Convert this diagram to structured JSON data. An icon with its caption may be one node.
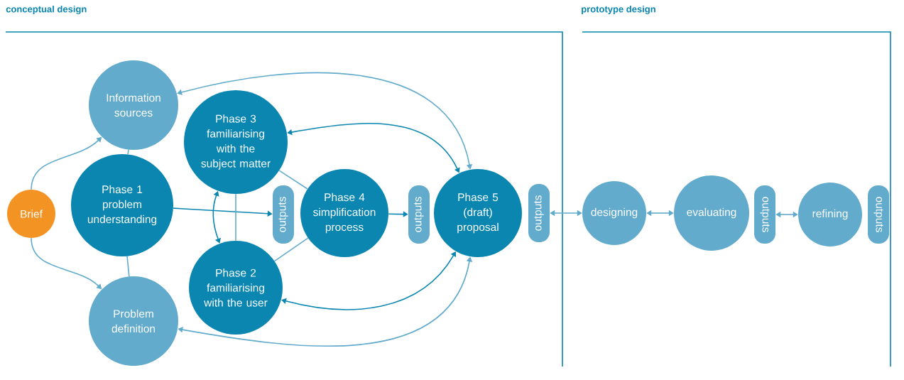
{
  "diagram": {
    "nodes": [
      {
        "text": [
          "Brief"
        ]
      },
      {
        "text": [
          "Information sources"
        ]
      },
      {
        "text": [
          "Phase 1",
          "problem understanding"
        ]
      },
      {
        "text": [
          "Problem definition"
        ]
      },
      {
        "text": [
          "Phase 3",
          "familiarising with the subject matter"
        ]
      },
      {
        "text": [
          "Phase 2",
          "familiarising with the user"
        ]
      },
      {
        "text": [
          "outputs"
        ]
      },
      {
        "text": [
          "Phase 4",
          "simplification process"
        ]
      },
      {
        "text": [
          "outputs"
        ]
      },
      {
        "text": [
          "Phase 5",
          "(draft) proposal"
        ]
      },
      {
        "text": [
          "outputs"
        ]
      },
      {
        "text": [
          "designing"
        ]
      },
      {
        "text": [
          "evaluating"
        ]
      },
      {
        "text": [
          "outputs"
        ]
      },
      {
        "text": [
          "refining"
        ]
      },
      {
        "text": [
          "outputs"
        ]
      }
    ],
    "edges": [
      {
        "from": 0,
        "to": 1,
        "arrow": "to"
      },
      {
        "from": 0,
        "to": 3,
        "arrow": "to"
      },
      {
        "from": 1,
        "to": 2,
        "arrow": "none"
      },
      {
        "from": 2,
        "to": 3,
        "arrow": "none"
      },
      {
        "from": 2,
        "to": 6,
        "arrow": "to",
        "color": "#0a86b0"
      },
      {
        "from": 4,
        "to": 5,
        "arrow": "both",
        "color": "#0a86b0"
      },
      {
        "from": 4,
        "to": 5,
        "arrow": "none"
      },
      {
        "from": 4,
        "to": 7,
        "arrow": "none"
      },
      {
        "from": 5,
        "to": 7,
        "arrow": "none"
      },
      {
        "from": 7,
        "to": 8,
        "arrow": "to",
        "color": "#0a86b0"
      },
      {
        "from": 4,
        "to": 9,
        "arrow": "both",
        "color": "#0a86b0"
      },
      {
        "from": 5,
        "to": 9,
        "arrow": "both",
        "color": "#0a86b0"
      },
      {
        "from": 1,
        "to": 9,
        "arrow": "both"
      },
      {
        "from": 3,
        "to": 9,
        "arrow": "both"
      },
      {
        "from": 10,
        "to": 11,
        "arrow": "both"
      },
      {
        "from": 11,
        "to": 12,
        "arrow": "both"
      },
      {
        "from": 13,
        "to": 14,
        "arrow": "both"
      }
    ],
    "labels": [
      "conceptual design",
      "prototype design"
    ]
  }
}
